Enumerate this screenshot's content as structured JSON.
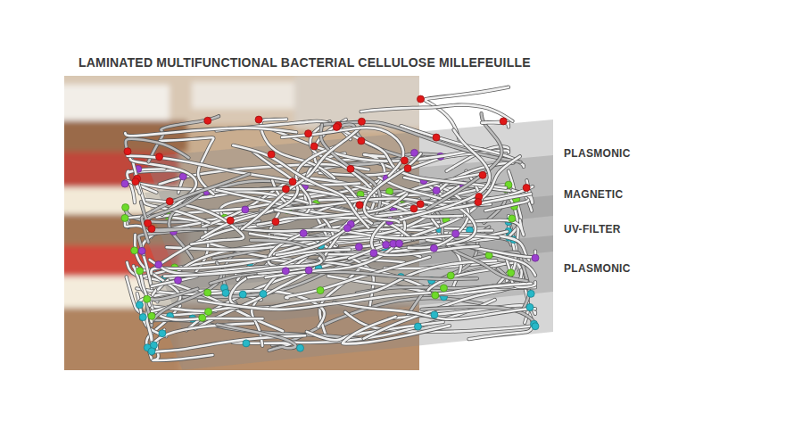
{
  "diagram": {
    "title": "LAMINATED MULTIFUNCTIONAL BACTERIAL CELLULOSE MILLEFEUILLE",
    "labels": [
      "PLASMONIC",
      "MAGNETIC",
      "UV-FILTER",
      "PLASMONIC"
    ]
  }
}
